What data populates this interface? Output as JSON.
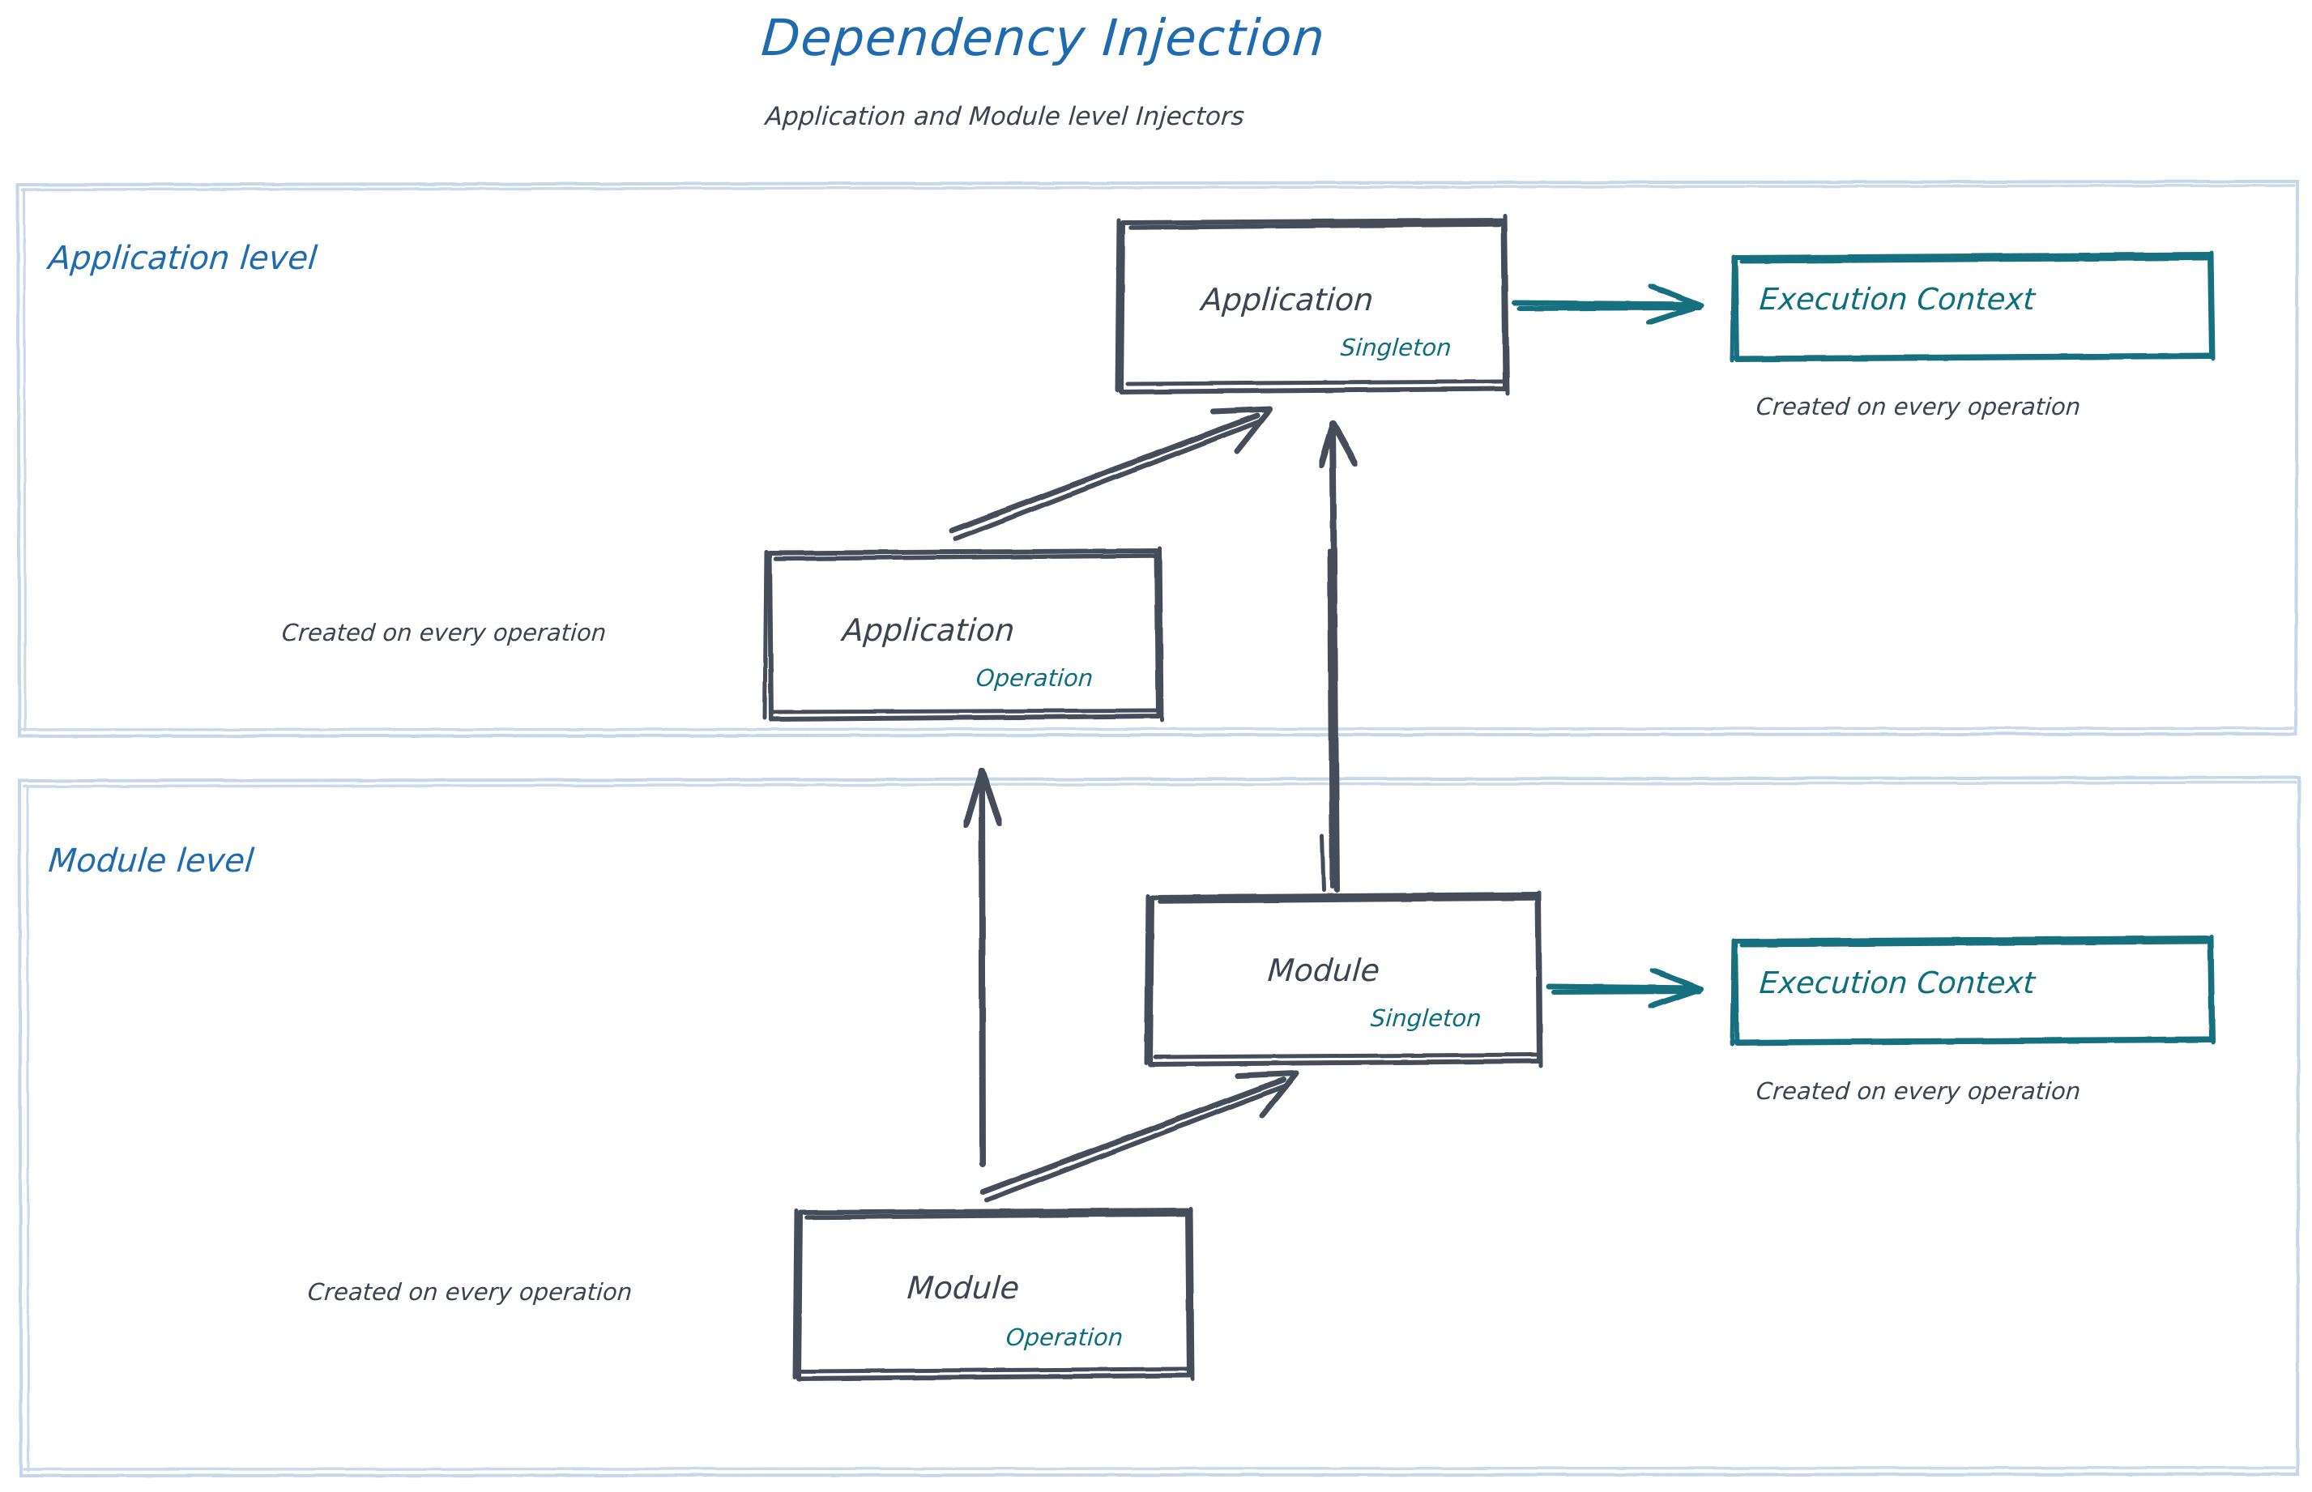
{
  "header": {
    "title": "Dependency Injection",
    "subtitle": "Application and Module level Injectors",
    "title_color": "#1f6bb0",
    "subtitle_color": "#3c4450"
  },
  "palette": {
    "container_border": "#c5d7e8",
    "node_stroke": "#444e5a",
    "scope_text": "#0d6e7d",
    "execution_context": "#12707f",
    "heading_blue": "#1f6bb0",
    "background": "#ffffff"
  },
  "sections": [
    {
      "id": "application-level",
      "label": "Application level",
      "nodes": [
        {
          "id": "application-singleton",
          "title": "Application",
          "scope": "Singleton",
          "style": "gray"
        },
        {
          "id": "application-operation",
          "title": "Application",
          "scope": "Operation",
          "style": "gray"
        },
        {
          "id": "application-execution-context",
          "title": "Execution Context",
          "scope": "",
          "style": "teal"
        }
      ],
      "notes": [
        {
          "id": "note-app-ec",
          "text": "Created on every operation"
        },
        {
          "id": "note-app-operation",
          "text": "Created on every operation"
        }
      ]
    },
    {
      "id": "module-level",
      "label": "Module level",
      "nodes": [
        {
          "id": "module-singleton",
          "title": "Module",
          "scope": "Singleton",
          "style": "gray"
        },
        {
          "id": "module-operation",
          "title": "Module",
          "scope": "Operation",
          "style": "gray"
        },
        {
          "id": "module-execution-context",
          "title": "Execution Context",
          "scope": "",
          "style": "teal"
        }
      ],
      "notes": [
        {
          "id": "note-module-ec",
          "text": "Created on every operation"
        },
        {
          "id": "note-module-operation",
          "text": "Created on every operation"
        }
      ]
    }
  ],
  "edges": [
    {
      "id": "edge-app-singleton-to-app-ec",
      "from": "application-singleton",
      "to": "application-execution-context",
      "color": "#12707f",
      "kind": "straight"
    },
    {
      "id": "edge-app-operation-to-app-singleton",
      "from": "application-operation",
      "to": "application-singleton",
      "color": "#444e5a",
      "kind": "diagonal"
    },
    {
      "id": "edge-module-singleton-to-app-singleton",
      "from": "module-singleton",
      "to": "application-singleton",
      "color": "#444e5a",
      "kind": "vertical"
    },
    {
      "id": "edge-module-operation-to-app-operation",
      "from": "module-operation",
      "to": "application-operation",
      "color": "#444e5a",
      "kind": "vertical"
    },
    {
      "id": "edge-module-operation-to-module-singleton",
      "from": "module-operation",
      "to": "module-singleton",
      "color": "#444e5a",
      "kind": "diagonal"
    },
    {
      "id": "edge-module-singleton-to-module-ec",
      "from": "module-singleton",
      "to": "module-execution-context",
      "color": "#12707f",
      "kind": "straight"
    }
  ]
}
